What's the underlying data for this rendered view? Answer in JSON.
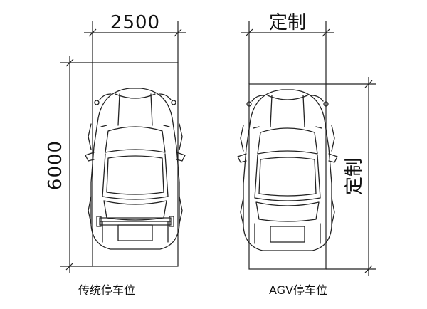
{
  "left": {
    "width_label": "2500",
    "length_label": "6000",
    "caption": "传统停车位"
  },
  "right": {
    "width_label": "定制",
    "length_label": "定制",
    "caption": "AGV停车位"
  }
}
